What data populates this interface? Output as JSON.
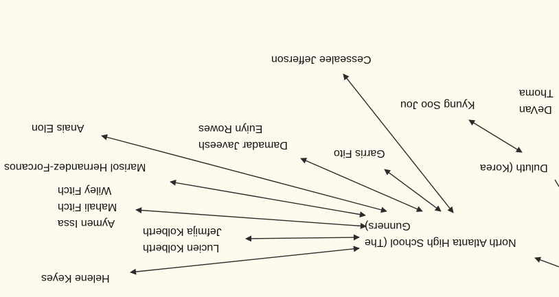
{
  "background": "#fdfbee",
  "edge_color": "#2b2b2b",
  "nodes": {
    "school_line1": "North Atlanta High School (The",
    "school_line2": "Gunners)",
    "duluth_line1": "Duluth (Korea",
    "devan_partial": "DeVan",
    "thoma_partial": "Thoma",
    "cessealee": "Cessealee Jefferson",
    "kyung": "Kyung Soo Jou",
    "garris": "Garris Fito",
    "euiyn": "Euiyn Rowes",
    "damadar": "Damadar Javeesh",
    "anais": "Anais Elon",
    "marisol": "Marisol Hernandez-Forcanos",
    "wiley": "Wiley Fitch",
    "mahali": "Mahali Fitch",
    "aymen": "Aymen Issa",
    "jefmija": "Jefmija Kolberth",
    "lucien": "Lucien Kolberth",
    "helene": "Helene Keyes"
  }
}
